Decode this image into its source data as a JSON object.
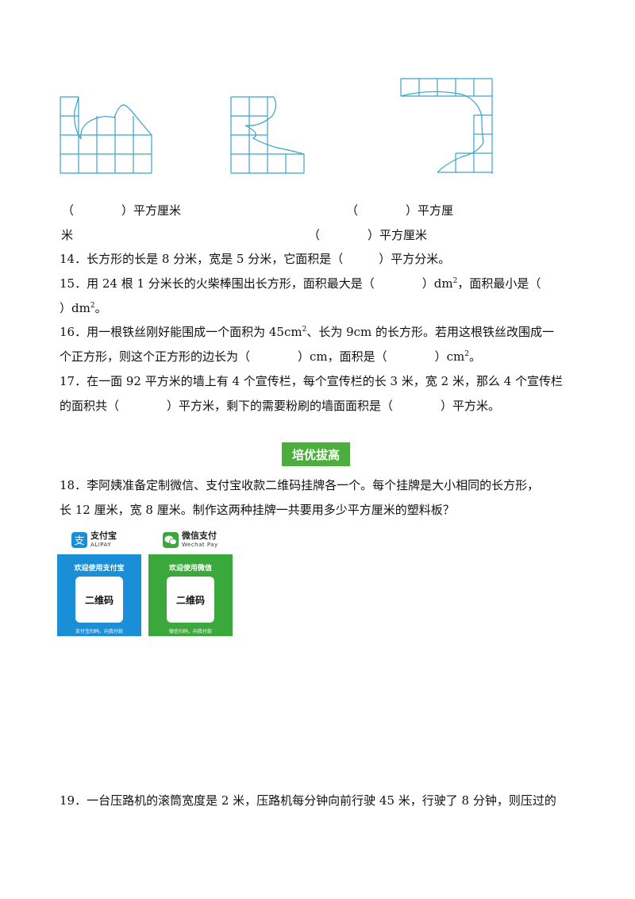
{
  "figures": {
    "answer_row1_left": "（　　　　）平方厘米",
    "answer_row1_right": "（　　　　）平方厘",
    "answer_row2_left": "米",
    "answer_row2_right": "（　　　　）平方厘米"
  },
  "questions": {
    "q14": "14．长方形的长是 8 分米，宽是 5 分米，它面积是（　　　）平方分米。",
    "q15_line1_a": "15．用 24 根 1 分米长的火柴棒围出长方形，面积最大是（　　　　）dm",
    "q15_line1_b": "，面积最小是（",
    "q15_line2_a": "）dm",
    "q15_line2_b": "。",
    "q16_line1_a": "16．用一根铁丝刚好能围成一个面积为 45cm",
    "q16_line1_b": "、长为 9cm 的长方形。若用这根铁丝改围成一",
    "q16_line2_a": "个正方形，则这个正方形的边长为（　　　　）cm，面积是（　　　　）cm",
    "q16_line2_b": "。",
    "q17_line1": "17．在一面 92 平方米的墙上有 4 个宣传栏，每个宣传栏的长 3 米，宽 2 米，那么 4 个宣传栏",
    "q17_line2": "的面积共（　　　　）平方米，剩下的需要粉刷的墙面面积是（　　　　）平方米。",
    "superscript_2": "2",
    "section_title": "培优拔高",
    "q18_line1": "18．李阿姨准备定制微信、支付宝收款二维码挂牌各一个。每个挂牌是大小相同的长方形，",
    "q18_line2": "长 12 厘米，宽 8 厘米。制作这两种挂牌一共要用多少平方厘米的塑料板？",
    "q19_line1": "19．一台压路机的滚筒宽度是 2 米，压路机每分钟向前行驶 45 米，行驶了 8 分钟，则压过的"
  },
  "signs": {
    "alipay": {
      "brand": "支付宝",
      "brand_sub": "ALIPAY",
      "welcome": "欢迎使用支付宝",
      "qr_label": "二维码",
      "footer": "支付宝扫码，向我付款",
      "color": "#1a8fd8"
    },
    "wechat": {
      "brand": "微信支付",
      "brand_sub": "Wechat Pay",
      "welcome": "欢迎使用微信",
      "qr_label": "二维码",
      "footer": "微信扫码，向我付款",
      "color": "#3aa83a"
    }
  },
  "colors": {
    "grid_line": "#3aa3c8",
    "section_tag": "#4caf3d"
  }
}
